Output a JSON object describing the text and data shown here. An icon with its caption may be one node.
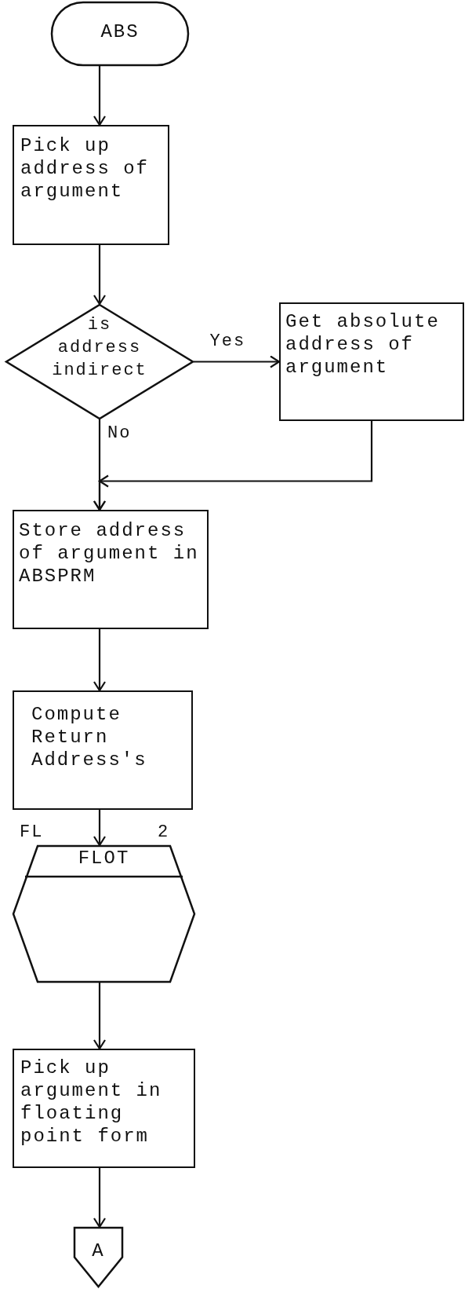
{
  "diagram": {
    "nodes": [
      {
        "text": [
          "ABS"
        ]
      },
      {
        "text": [
          "Pick up address of argument"
        ]
      },
      {
        "text": [
          "is address indirect"
        ]
      },
      {
        "text": [
          "Get absolute address of argument"
        ]
      },
      {
        "text": [
          "Store address of argument in ABSPRM"
        ]
      },
      {
        "text": [
          "Compute Return Address's"
        ]
      },
      {
        "text": [
          "FLOT"
        ],
        "beside": [
          "FL",
          "2"
        ]
      },
      {
        "text": [
          "Pick up argument in floating point form"
        ]
      },
      {
        "text": [
          "A"
        ]
      }
    ],
    "edges": [
      {
        "from": 0,
        "to": 1,
        "arrow": "to"
      },
      {
        "from": 1,
        "to": 2,
        "arrow": "to"
      },
      {
        "from": 2,
        "to": 3,
        "arrow": "to",
        "label": "Yes"
      },
      {
        "from": 2,
        "to": 4,
        "arrow": "to",
        "label": "No"
      },
      {
        "from": 3,
        "to": 4,
        "arrow": "to"
      },
      {
        "from": 4,
        "to": 5,
        "arrow": "to"
      },
      {
        "from": 5,
        "to": 6,
        "arrow": "to"
      },
      {
        "from": 6,
        "to": 7,
        "arrow": "to"
      },
      {
        "from": 7,
        "to": 8,
        "arrow": "to"
      }
    ]
  }
}
